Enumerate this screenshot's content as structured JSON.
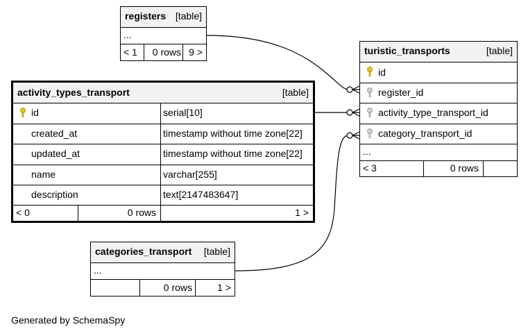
{
  "tables": {
    "registers": {
      "name": "registers",
      "kind": "[table]",
      "rows": [
        "..."
      ],
      "footer": {
        "left": "< 1",
        "middle": "0 rows",
        "right": "9 >"
      }
    },
    "turistic_transports": {
      "name": "turistic_transports",
      "kind": "[table]",
      "rows": [
        {
          "icon": "primary-key-icon",
          "label": "id"
        },
        {
          "icon": "foreign-key-icon",
          "label": "register_id"
        },
        {
          "icon": "foreign-key-icon",
          "label": "activity_type_transport_id"
        },
        {
          "icon": "foreign-key-icon",
          "label": "category_transport_id"
        },
        {
          "icon": "",
          "label": "..."
        }
      ],
      "footer": {
        "left": "< 3",
        "middle": "0 rows",
        "right": ""
      }
    },
    "activity_types_transport": {
      "name": "activity_types_transport",
      "kind": "[table]",
      "rows": [
        {
          "icon": "primary-key-icon",
          "label": "id",
          "type": "serial[10]"
        },
        {
          "icon": "",
          "label": "created_at",
          "type": "timestamp without time zone[22]"
        },
        {
          "icon": "",
          "label": "updated_at",
          "type": "timestamp without time zone[22]"
        },
        {
          "icon": "",
          "label": "name",
          "type": "varchar[255]"
        },
        {
          "icon": "",
          "label": "description",
          "type": "text[2147483647]"
        }
      ],
      "footer": {
        "left": "< 0",
        "middle": "0 rows",
        "right": "1 >"
      }
    },
    "categories_transport": {
      "name": "categories_transport",
      "kind": "[table]",
      "rows": [
        "..."
      ],
      "footer": {
        "left": "",
        "middle": "0 rows",
        "right": "1 >"
      }
    }
  },
  "colors": {
    "primary_key": "#e6c619",
    "foreign_key": "#b0b0b0",
    "line": "#000000"
  },
  "generated_by": "Generated by SchemaSpy"
}
